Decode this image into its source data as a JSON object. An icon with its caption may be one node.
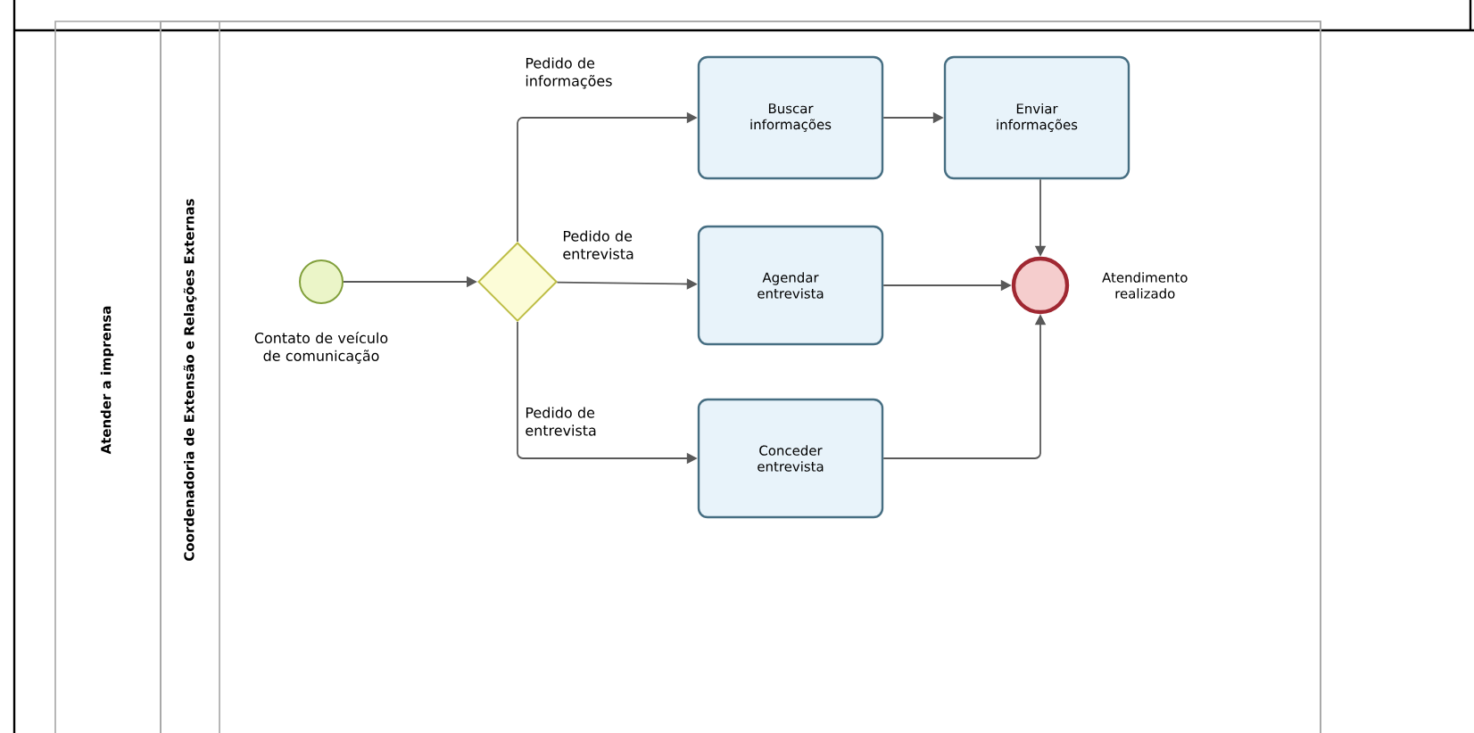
{
  "diagram": {
    "nodes": [
      {
        "text": [
          "Atender a imprensa"
        ]
      },
      {
        "text": [
          "Coordenadoria de Extensão e Relações Externas"
        ],
        "in": 0
      },
      {
        "text": [],
        "shape": "circle",
        "beside": [
          "Contato de veículo de comunicação"
        ],
        "in": 1
      },
      {
        "text": [],
        "shape": "diamond",
        "in": 1
      },
      {
        "text": [
          "Buscar informações"
        ],
        "in": 1
      },
      {
        "text": [
          "Enviar informações"
        ],
        "in": 1
      },
      {
        "text": [
          "Agendar entrevista"
        ],
        "in": 1
      },
      {
        "text": [
          "Conceder entrevista"
        ],
        "in": 1
      },
      {
        "text": [],
        "shape": "circle",
        "beside": [
          "Atendimento realizado"
        ],
        "in": 1
      }
    ],
    "edges": [
      {
        "from": 2,
        "to": 3,
        "arrow": "to"
      },
      {
        "from": 3,
        "to": 4,
        "arrow": "to",
        "label": "Pedido de informações"
      },
      {
        "from": 3,
        "to": 6,
        "arrow": "to",
        "label": "Pedido de entrevista"
      },
      {
        "from": 3,
        "to": 7,
        "arrow": "to",
        "label": "Pedido de entrevista"
      },
      {
        "from": 4,
        "to": 5,
        "arrow": "to"
      },
      {
        "from": 5,
        "to": 8,
        "arrow": "to"
      },
      {
        "from": 6,
        "to": 8,
        "arrow": "to"
      },
      {
        "from": 7,
        "to": 8,
        "arrow": "to"
      }
    ]
  }
}
